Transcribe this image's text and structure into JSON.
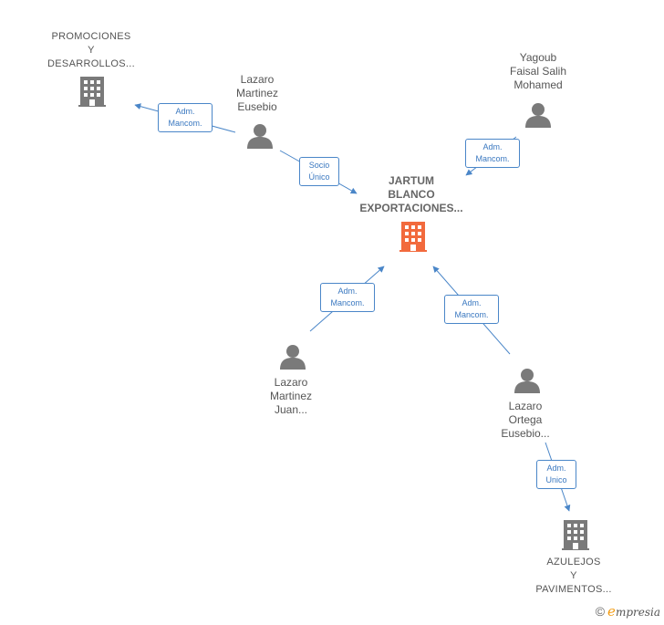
{
  "nodes": {
    "promociones": {
      "lines": [
        "PROMOCIONES",
        "Y",
        "DESARROLLOS..."
      ],
      "type": "company"
    },
    "lazaro_martinez_eusebio": {
      "lines": [
        "Lazaro",
        "Martinez",
        "Eusebio"
      ],
      "type": "person"
    },
    "yagoub": {
      "lines": [
        "Yagoub",
        "Faisal Salih",
        "Mohamed"
      ],
      "type": "person"
    },
    "jartum": {
      "lines": [
        "JARTUM",
        "BLANCO",
        "EXPORTACIONES..."
      ],
      "type": "company-central"
    },
    "lazaro_martinez_juan": {
      "lines": [
        "Lazaro",
        "Martinez",
        "Juan..."
      ],
      "type": "person"
    },
    "lazaro_ortega": {
      "lines": [
        "Lazaro",
        "Ortega",
        "Eusebio..."
      ],
      "type": "person"
    },
    "azulejos": {
      "lines": [
        "AZULEJOS",
        "Y",
        "PAVIMENTOS..."
      ],
      "type": "company"
    }
  },
  "edges": {
    "e1": {
      "lines": [
        "Adm.",
        "Mancom."
      ]
    },
    "e2": {
      "lines": [
        "Socio",
        "Único"
      ]
    },
    "e3": {
      "lines": [
        "Adm.",
        "Mancom."
      ]
    },
    "e4": {
      "lines": [
        "Adm.",
        "Mancom."
      ]
    },
    "e5": {
      "lines": [
        "Adm.",
        "Mancom."
      ]
    },
    "e6": {
      "lines": [
        "Adm.",
        "Unico"
      ]
    }
  },
  "colors": {
    "edge": "#4a86c8",
    "icon": "#7a7a7a",
    "central": "#f26a3d"
  },
  "brand": {
    "copyright": "©",
    "e": "e",
    "rest": "mpresia"
  }
}
